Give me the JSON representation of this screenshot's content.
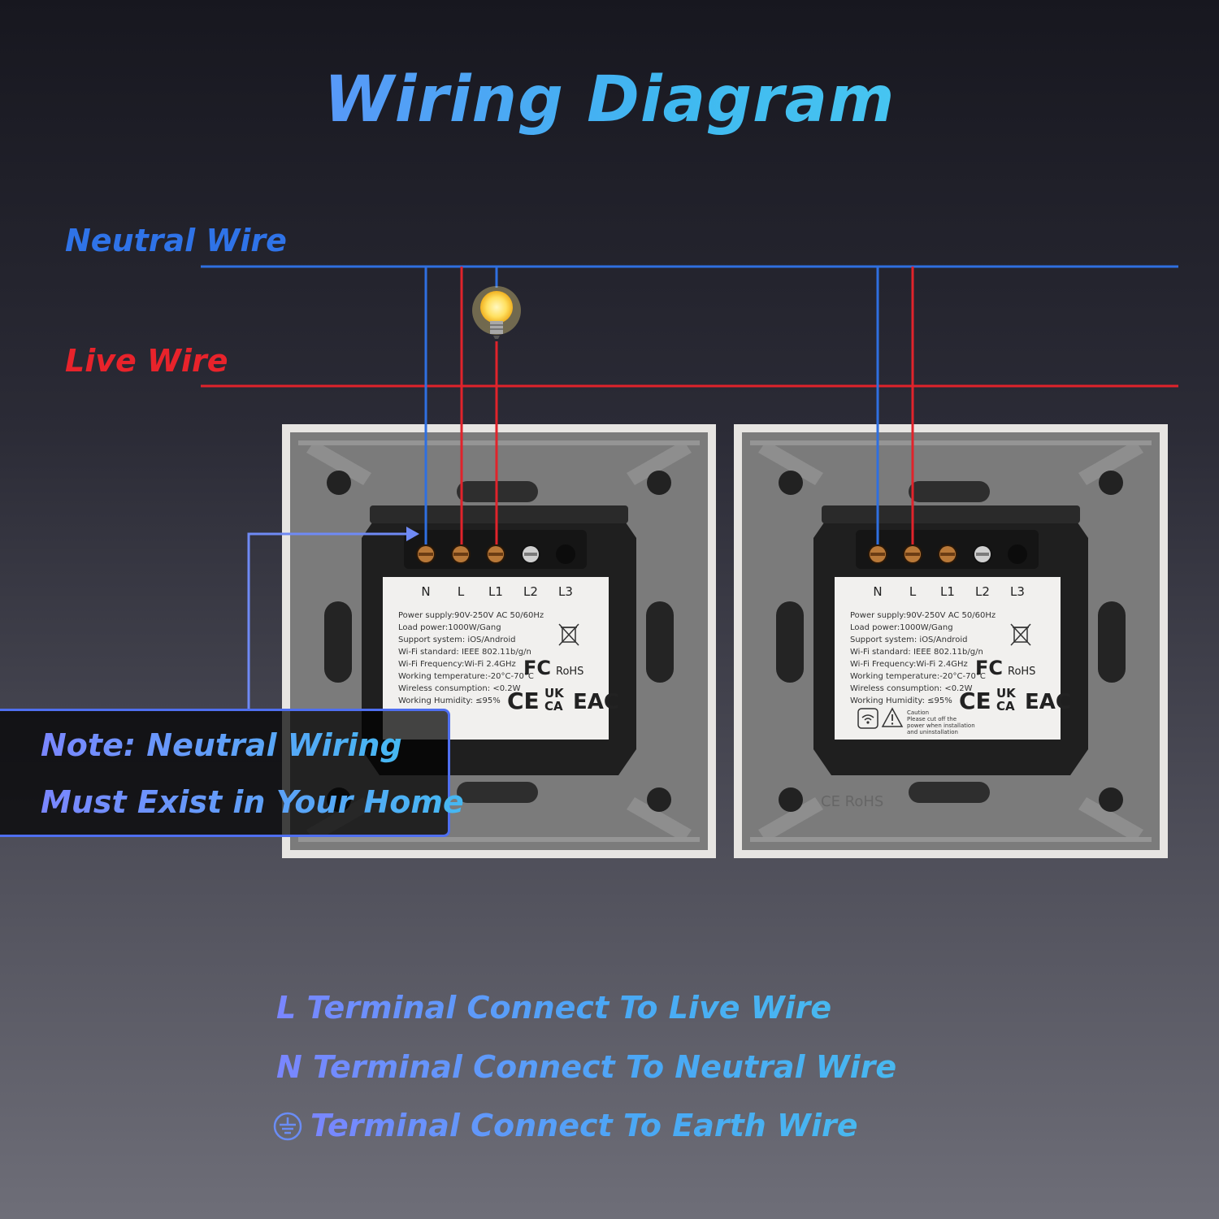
{
  "title": "Wiring Diagram",
  "wires": {
    "neutral_label": "Neutral Wire",
    "live_label": "Live Wire"
  },
  "terminals": [
    "N",
    "L",
    "L1",
    "L2",
    "L3"
  ],
  "spec_label": {
    "lines": [
      "Power supply:90V-250V  AC  50/60Hz",
      "Load power:1000W/Gang",
      "Support system: iOS/Android",
      "Wi-Fi standard: IEEE 802.11b/g/n",
      "Wi-Fi Frequency:Wi-Fi 2.4GHz",
      "Working temperature:-20°C-70°C",
      "Wireless consumption: <0.2W",
      "Working Humidity: ≤95%"
    ],
    "caution_title": "Caution",
    "caution_lines": [
      "Please cut off the",
      "power when installation",
      "and uninstallation"
    ],
    "marks": {
      "fc": "FC",
      "rohs": "RoHS",
      "ce": "CE",
      "ukca_top": "UK",
      "ukca_bottom": "CA",
      "eac": "EAC"
    }
  },
  "plate_mark": "CE RoHS",
  "note": {
    "line1": "Note: Neutral Wiring",
    "line2": "Must Exist in Your Home"
  },
  "instructions": {
    "line1": "L Terminal Connect To Live Wire",
    "line2": "N Terminal Connect To Neutral Wire",
    "line3": "Terminal Connect To Earth Wire"
  },
  "colors": {
    "neutral": "#2f6fe0",
    "live": "#e0232b",
    "accent": "#4f6ff0"
  }
}
